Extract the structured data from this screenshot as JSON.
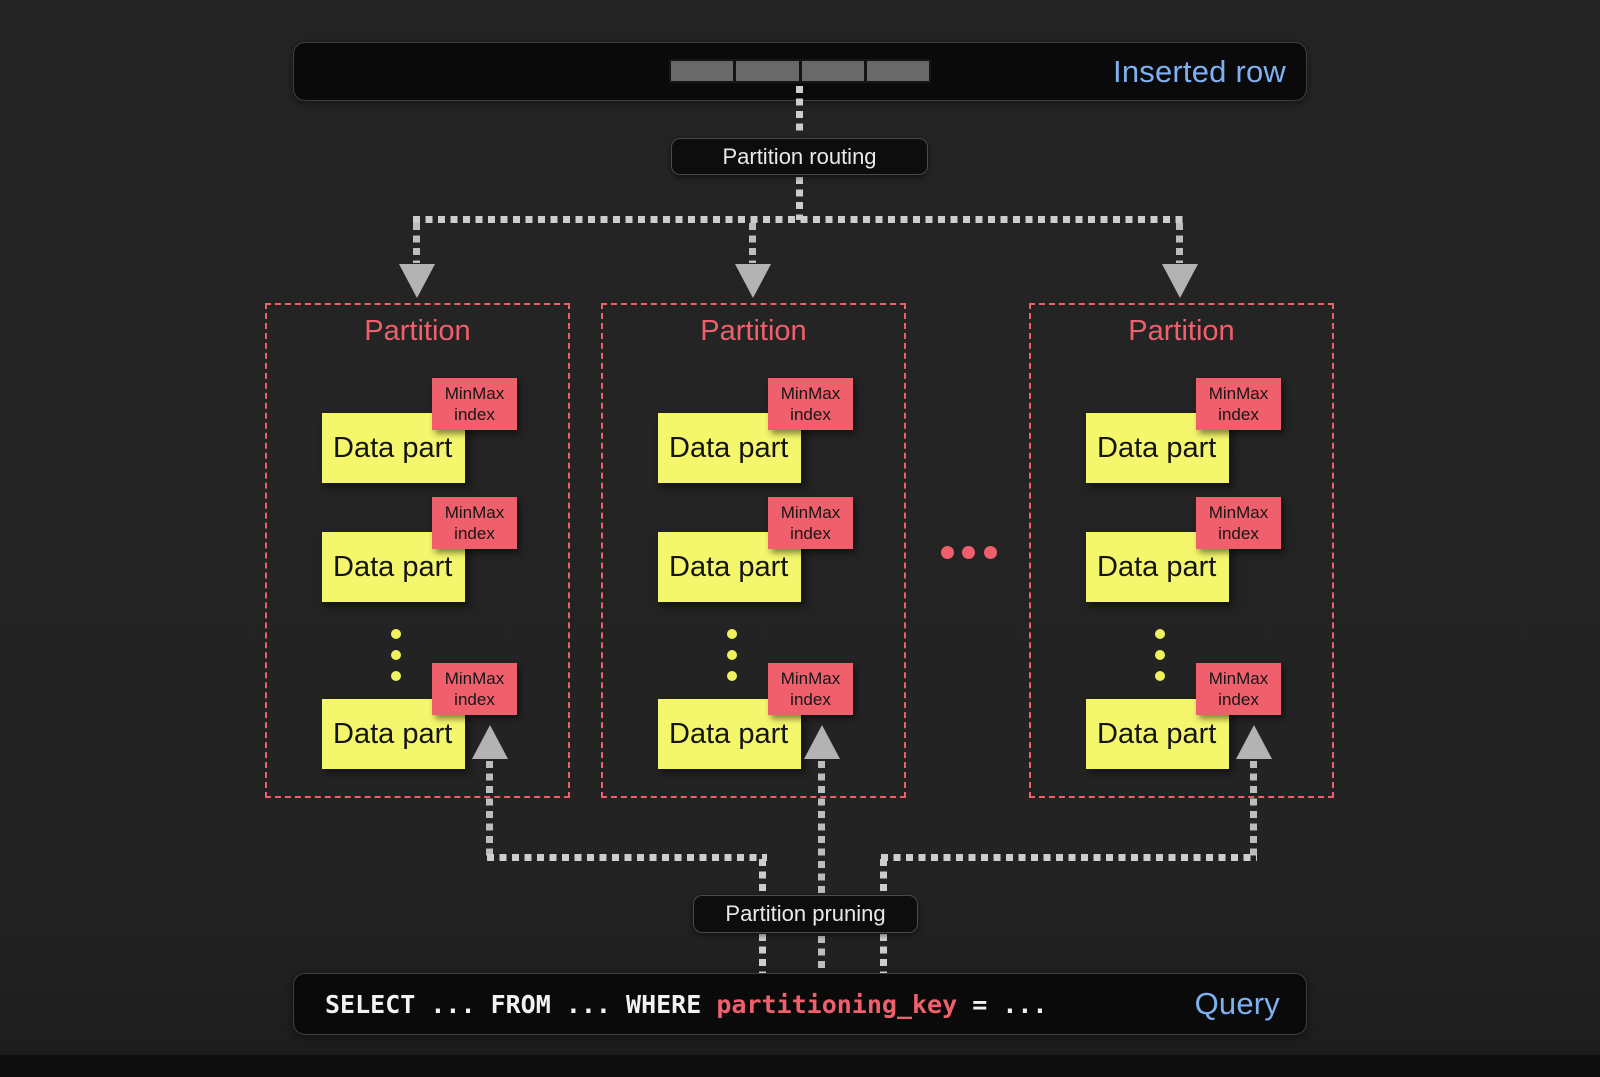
{
  "inserted_row": {
    "label": "Inserted row",
    "segment_count": 4
  },
  "labels": {
    "partition_routing": "Partition routing",
    "partition_pruning": "Partition pruning"
  },
  "partitions": [
    {
      "title": "Partition",
      "parts": [
        {
          "label": "Data part",
          "index_lines": [
            "MinMax",
            "index"
          ]
        },
        {
          "label": "Data part",
          "index_lines": [
            "MinMax",
            "index"
          ]
        },
        {
          "label": "Data part",
          "index_lines": [
            "MinMax",
            "index"
          ]
        }
      ]
    },
    {
      "title": "Partition",
      "parts": [
        {
          "label": "Data part",
          "index_lines": [
            "MinMax",
            "index"
          ]
        },
        {
          "label": "Data part",
          "index_lines": [
            "MinMax",
            "index"
          ]
        },
        {
          "label": "Data part",
          "index_lines": [
            "MinMax",
            "index"
          ]
        }
      ]
    },
    {
      "title": "Partition",
      "parts": [
        {
          "label": "Data part",
          "index_lines": [
            "MinMax",
            "index"
          ]
        },
        {
          "label": "Data part",
          "index_lines": [
            "MinMax",
            "index"
          ]
        },
        {
          "label": "Data part",
          "index_lines": [
            "MinMax",
            "index"
          ]
        }
      ]
    }
  ],
  "partition_gap_ellipsis": "...",
  "query": {
    "code_prefix": "SELECT ... FROM ... WHERE ",
    "code_key": "partitioning_key",
    "code_suffix": " = ...",
    "label": "Query"
  },
  "colors": {
    "background": "#232323",
    "panel_fill": "#0a0a0a",
    "accent_blue": "#7fb1f2",
    "accent_red": "#f0606c",
    "accent_yellow": "#f4f66c",
    "line_light": "#cdcdcd",
    "arrow_gray": "#b3b3b3"
  }
}
